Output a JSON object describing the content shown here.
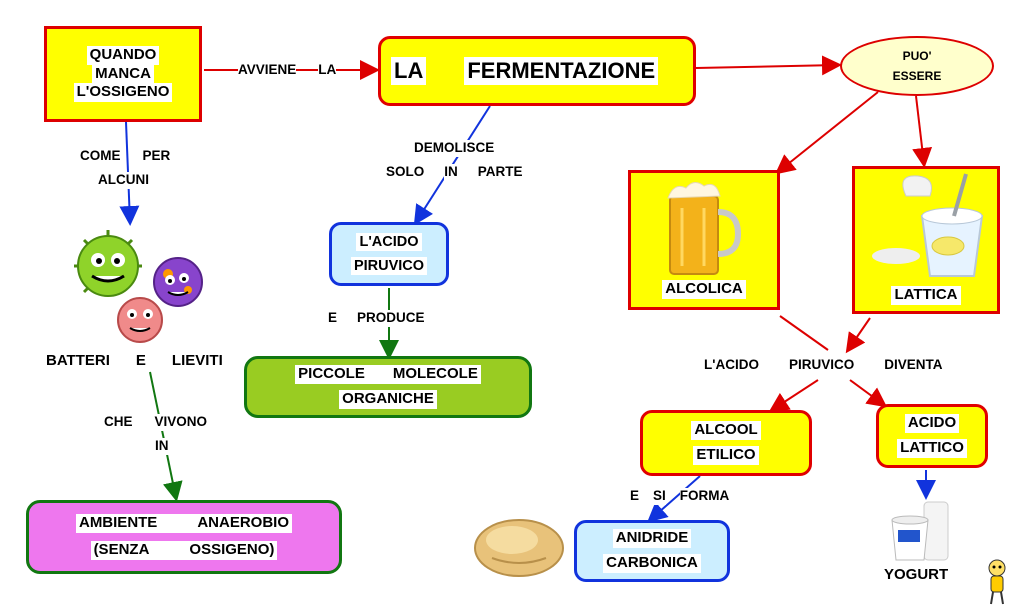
{
  "colors": {
    "yellow": "#ffff00",
    "red_border": "#dd0000",
    "blue_border": "#1133dd",
    "green_border": "#117711",
    "light_blue": "#cceeff",
    "green_fill": "#99cc22",
    "pink_fill": "#ee77ee",
    "ellipse_fill": "#ffffcc"
  },
  "nodes": {
    "quando": [
      "QUANDO",
      "MANCA",
      "L'OSSIGENO"
    ],
    "fermentazione": [
      "LA",
      "FERMENTAZIONE"
    ],
    "puo_essere": [
      "PUO'",
      "ESSERE"
    ],
    "alcolica": "ALCOLICA",
    "lattica": "LATTICA",
    "acido_piruvico": [
      "L'ACIDO",
      "PIRUVICO"
    ],
    "piccole_molecole": [
      "PICCOLE",
      "MOLECOLE",
      "ORGANICHE"
    ],
    "batteri": [
      "BATTERI",
      "E",
      "LIEVITI"
    ],
    "ambiente": [
      "AMBIENTE",
      "ANAEROBIO",
      "(SENZA",
      "OSSIGENO)"
    ],
    "alcool_etilico": [
      "ALCOOL",
      "ETILICO"
    ],
    "acido_lattico": [
      "ACIDO",
      "LATTICO"
    ],
    "anidride": [
      "ANIDRIDE",
      "CARBONICA"
    ],
    "yogurt": "YOGURT"
  },
  "links": {
    "avviene_la": [
      "AVVIENE",
      "LA"
    ],
    "demolisce": [
      "DEMOLISCE",
      "SOLO",
      "IN",
      "PARTE"
    ],
    "come_per": [
      "COME",
      "PER",
      "ALCUNI"
    ],
    "e_produce": [
      "E",
      "PRODUCE"
    ],
    "che_vivono": [
      "CHE",
      "VIVONO",
      "IN"
    ],
    "acido_diventa": [
      "L'ACIDO",
      "PIRUVICO",
      "DIVENTA"
    ],
    "e_si_forma": [
      "E",
      "SI",
      "FORMA"
    ]
  },
  "images": {
    "microbes": "cartoon-microbes",
    "beer": "beer-mug",
    "yogurt_cup": "yogurt-cup",
    "bread": "bread-roll",
    "yogurt_bottles": "yogurt-bottles",
    "mascot": "mascot-figure"
  }
}
